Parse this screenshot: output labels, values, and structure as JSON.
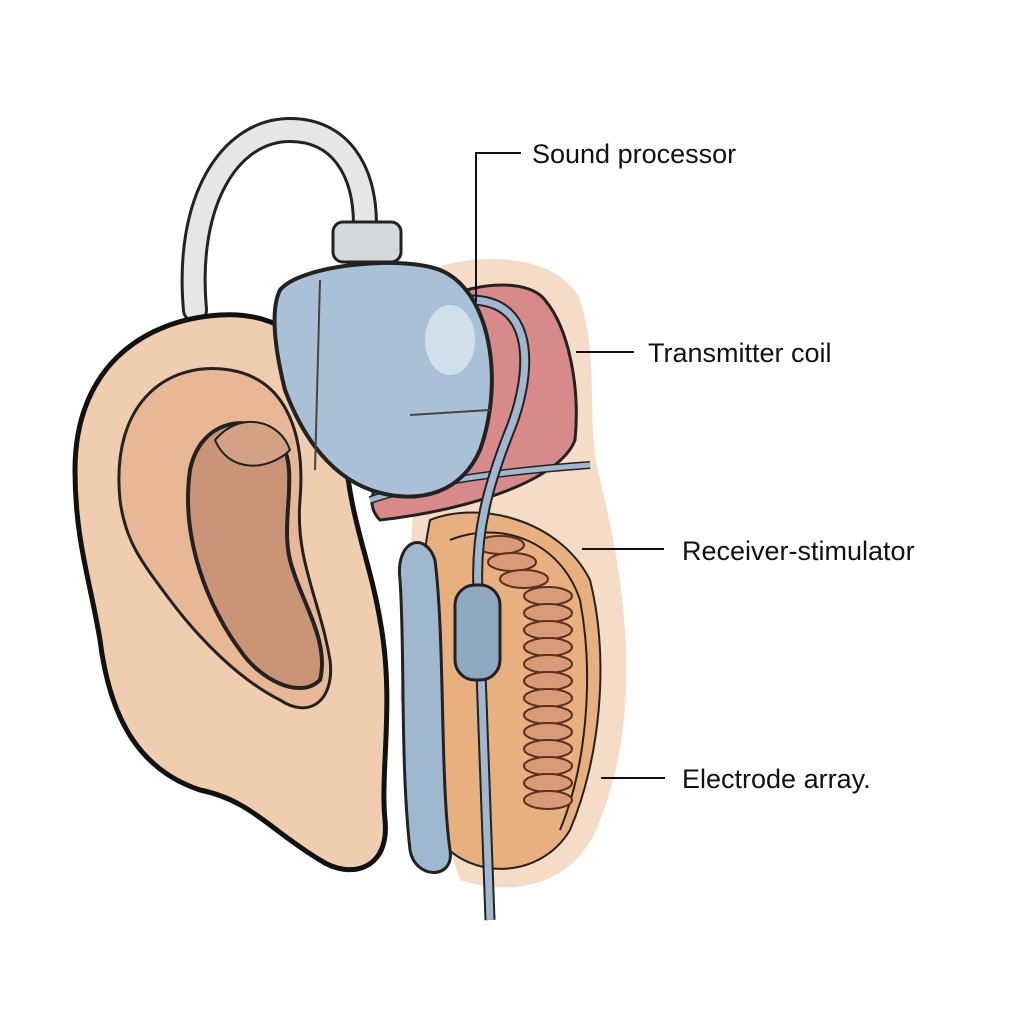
{
  "diagram": {
    "labels": {
      "sound_processor": "Sound processor",
      "transmitter_coil": "Transmitter coil",
      "receiver_stimulator": "Receiver-stimulator",
      "electrode_array": "Electrode array."
    },
    "electrode_ring_count": 16,
    "colors": {
      "skin": "#f1cdb0",
      "skin_dark": "#d9a585",
      "device_blue": "#9fb8cf",
      "muscle_pink": "#d8898a",
      "electrode": "#d99a78",
      "outline": "#111111"
    }
  }
}
